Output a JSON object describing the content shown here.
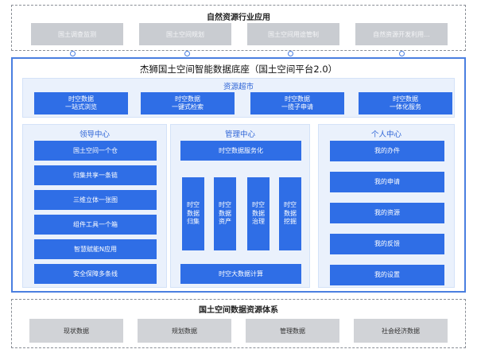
{
  "top": {
    "title": "自然资源行业应用",
    "apps": [
      "国土调查监测",
      "国土空间规划",
      "国土空间用途管制",
      "自然资源开发利用..."
    ]
  },
  "platform": {
    "title": "杰狮国土空间智能数据底座（国土空间平台2.0）",
    "supermarket": {
      "title": "资源超市",
      "items": [
        "时空数据\n一站式浏览",
        "时空数据\n一键式检索",
        "时空数据\n一揽子申请",
        "时空数据\n一体化服务"
      ]
    },
    "leader": {
      "title": "领导中心",
      "items": [
        "国土空间一个仓",
        "归集共享一条链",
        "三维立体一张图",
        "组件工具一个箱",
        "智慧赋能N应用",
        "安全保障多条线"
      ]
    },
    "management": {
      "title": "管理中心",
      "top_item": "时空数据服务化",
      "vertical_items": [
        "时空\n数据\n归集",
        "时空\n数据\n资产",
        "时空\n数据\n治理",
        "时空\n数据\n挖掘"
      ],
      "bottom_item": "时空大数据计算"
    },
    "personal": {
      "title": "个人中心",
      "items": [
        "我的办件",
        "我的申请",
        "我的资源",
        "我的反馈",
        "我的设置"
      ]
    }
  },
  "bottom": {
    "title": "国土空间数据资源体系",
    "items": [
      "现状数据",
      "规划数据",
      "管理数据",
      "社会经济数据"
    ]
  },
  "colors": {
    "primary_blue": "#2f6ee6",
    "panel_bg": "#eaf1fc",
    "border_blue": "#4a7fe0",
    "gray_box": "#c9ccd1"
  }
}
